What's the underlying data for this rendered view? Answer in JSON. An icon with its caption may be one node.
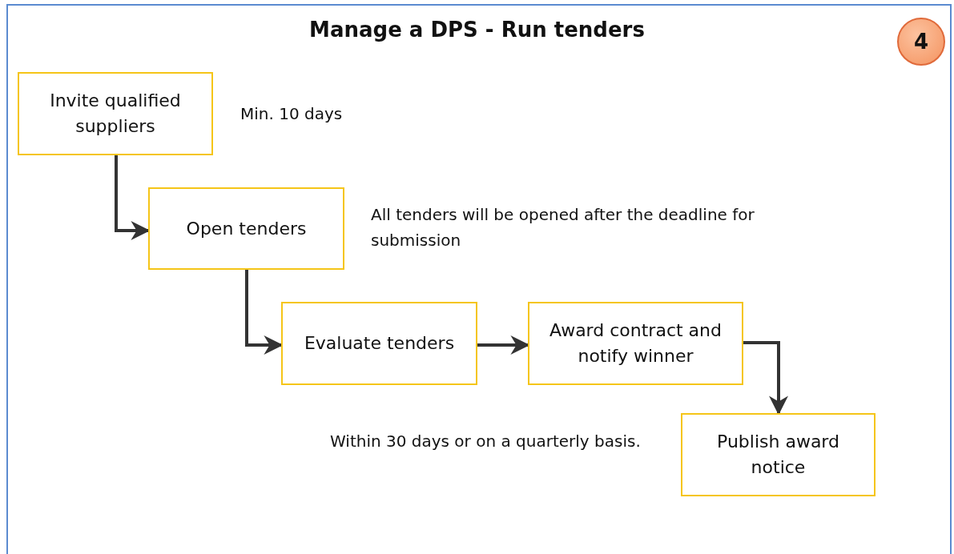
{
  "diagram": {
    "title": "Manage a DPS - Run tenders",
    "nodes": [
      {
        "text": [
          "Invite qualified suppliers"
        ],
        "beside": [
          "Min. 10 days"
        ]
      },
      {
        "text": [
          "Open tenders"
        ],
        "beside": [
          "All tenders will be opened after the deadline for submission"
        ]
      },
      {
        "text": [
          "Evaluate tenders"
        ]
      },
      {
        "text": [
          "Award contract and notify winner"
        ]
      },
      {
        "text": [
          "Publish award notice"
        ],
        "beside": [
          "Within 30 days or on a quarterly basis."
        ]
      },
      {
        "text": [
          "4"
        ]
      }
    ],
    "edges": [
      {
        "from": 0,
        "to": 1,
        "arrow": "to"
      },
      {
        "from": 1,
        "to": 2,
        "arrow": "to"
      },
      {
        "from": 2,
        "to": 3,
        "arrow": "to"
      },
      {
        "from": 3,
        "to": 4,
        "arrow": "to"
      }
    ]
  }
}
